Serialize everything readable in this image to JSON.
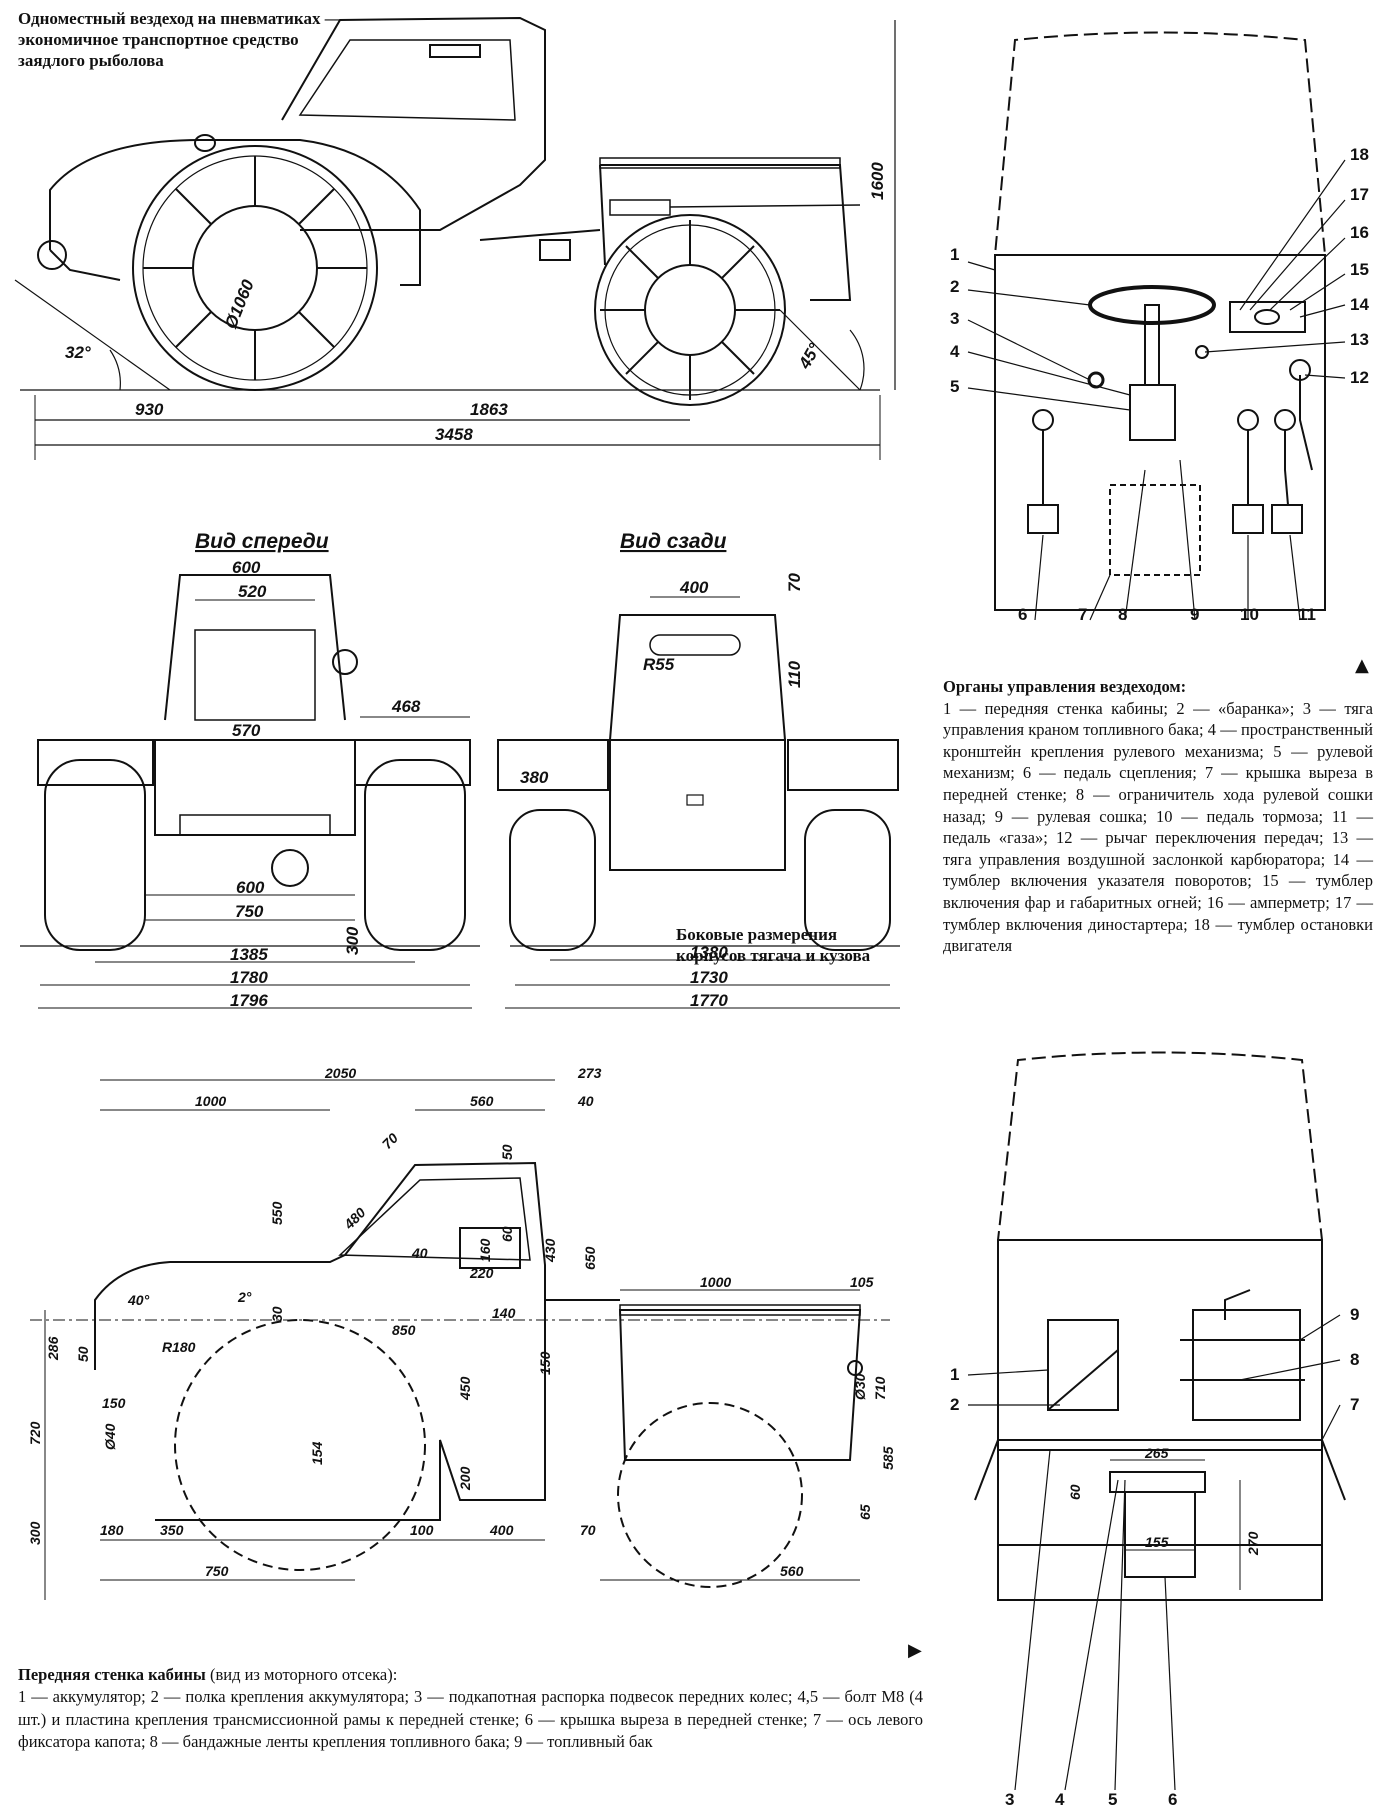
{
  "title": "Одноместный вездеход на пневматиках — экономичное транспортное средство заядлого рыболова",
  "side_view": {
    "dims": [
      "1600",
      "Ø1060",
      "32°",
      "45°",
      "930",
      "1863",
      "3458"
    ]
  },
  "front_view": {
    "label": "Вид спереди",
    "dims": [
      "600",
      "520",
      "570",
      "468",
      "600",
      "750",
      "300",
      "1385",
      "1780",
      "1796"
    ]
  },
  "rear_view": {
    "label": "Вид сзади",
    "dims": [
      "400",
      "70",
      "110",
      "R55",
      "380",
      "1380",
      "1730",
      "1770"
    ]
  },
  "controls": {
    "numbers_left": [
      "1",
      "2",
      "3",
      "4",
      "5"
    ],
    "numbers_right": [
      "18",
      "17",
      "16",
      "15",
      "14",
      "13",
      "12"
    ],
    "numbers_bottom": [
      "6",
      "7",
      "8",
      "9",
      "10",
      "11"
    ],
    "caption_title": "Органы управления вездеходом:",
    "caption_body": "1 — передняя стенка кабины; 2 — «баранка»; 3 — тяга управления краном топливного бака; 4 — пространственный кронштейн крепления рулевого механизма; 5 — рулевой механизм; 6 — педаль сцепления; 7 — крышка выреза в передней стенке; 8 — ограничитель хода рулевой сошки назад; 9 — рулевая сошка; 10 — педаль тормоза; 11 — педаль «газа»; 12 — рычаг переключения передач; 13 — тяга управления воздушной заслонкой карбюратора; 14 — тумблер включения указателя поворотов; 15 — тумблер включения фар и габаритных огней; 16 — амперметр; 17 — тумблер включения диностартера; 18 — тумблер остановки двигателя"
  },
  "side_dims": {
    "title": "Боковые размерения корпусов тягача и кузова",
    "dims": [
      "2050",
      "273",
      "1000",
      "560",
      "40",
      "70",
      "50",
      "480",
      "550",
      "160",
      "60",
      "430",
      "650",
      "40",
      "220",
      "40°",
      "2°",
      "30",
      "R180",
      "850",
      "140",
      "1000",
      "105",
      "286",
      "50",
      "150",
      "720",
      "Ø40",
      "150",
      "Ø30",
      "710",
      "585",
      "450",
      "154",
      "200",
      "180",
      "350",
      "100",
      "400",
      "70",
      "65",
      "300",
      "750",
      "560"
    ]
  },
  "front_wall": {
    "numbers_left": [
      "1",
      "2"
    ],
    "numbers_right": [
      "9",
      "8",
      "7"
    ],
    "numbers_bottom": [
      "3",
      "4",
      "5",
      "6"
    ],
    "dims": [
      "265",
      "60",
      "270",
      "155"
    ],
    "caption_title": "Передняя стенка кабины",
    "caption_sub": "(вид из моторного отсека):",
    "caption_body": "1 — аккумулятор; 2 — полка крепления аккумулятора; 3 — подкапотная распорка подвесок передних колес; 4,5 — болт М8 (4 шт.) и пластина крепления трансмиссионной рамы к передней стенке; 6 — крышка выреза в передней стенке; 7 — ось левого фиксатора капота; 8 — бандажные ленты крепления топливного бака; 9 — топливный бак"
  }
}
